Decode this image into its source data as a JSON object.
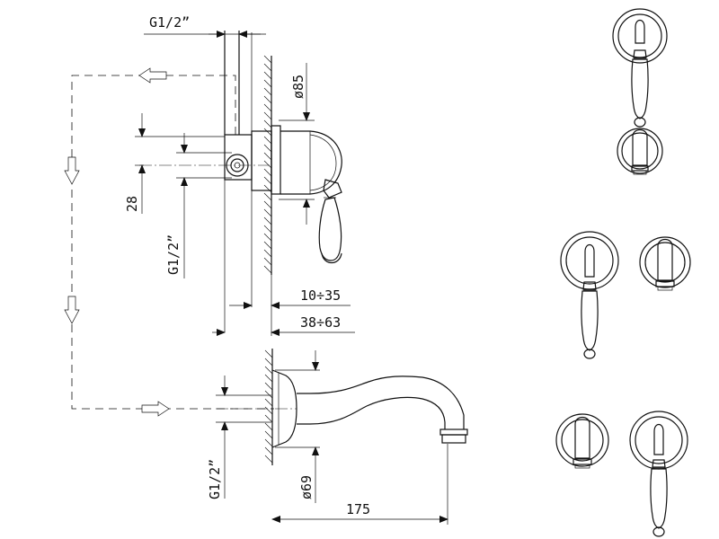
{
  "dimensions": {
    "top_pipe_thread": "G1/2”",
    "plate_diameter": "ø85",
    "centre_offset": "28",
    "side_thread": "G1/2”",
    "depth_short": "10÷35",
    "depth_long": "38÷63",
    "spout_thread": "G1/2”",
    "spout_plate_diameter": "ø69",
    "spout_length": "175"
  }
}
